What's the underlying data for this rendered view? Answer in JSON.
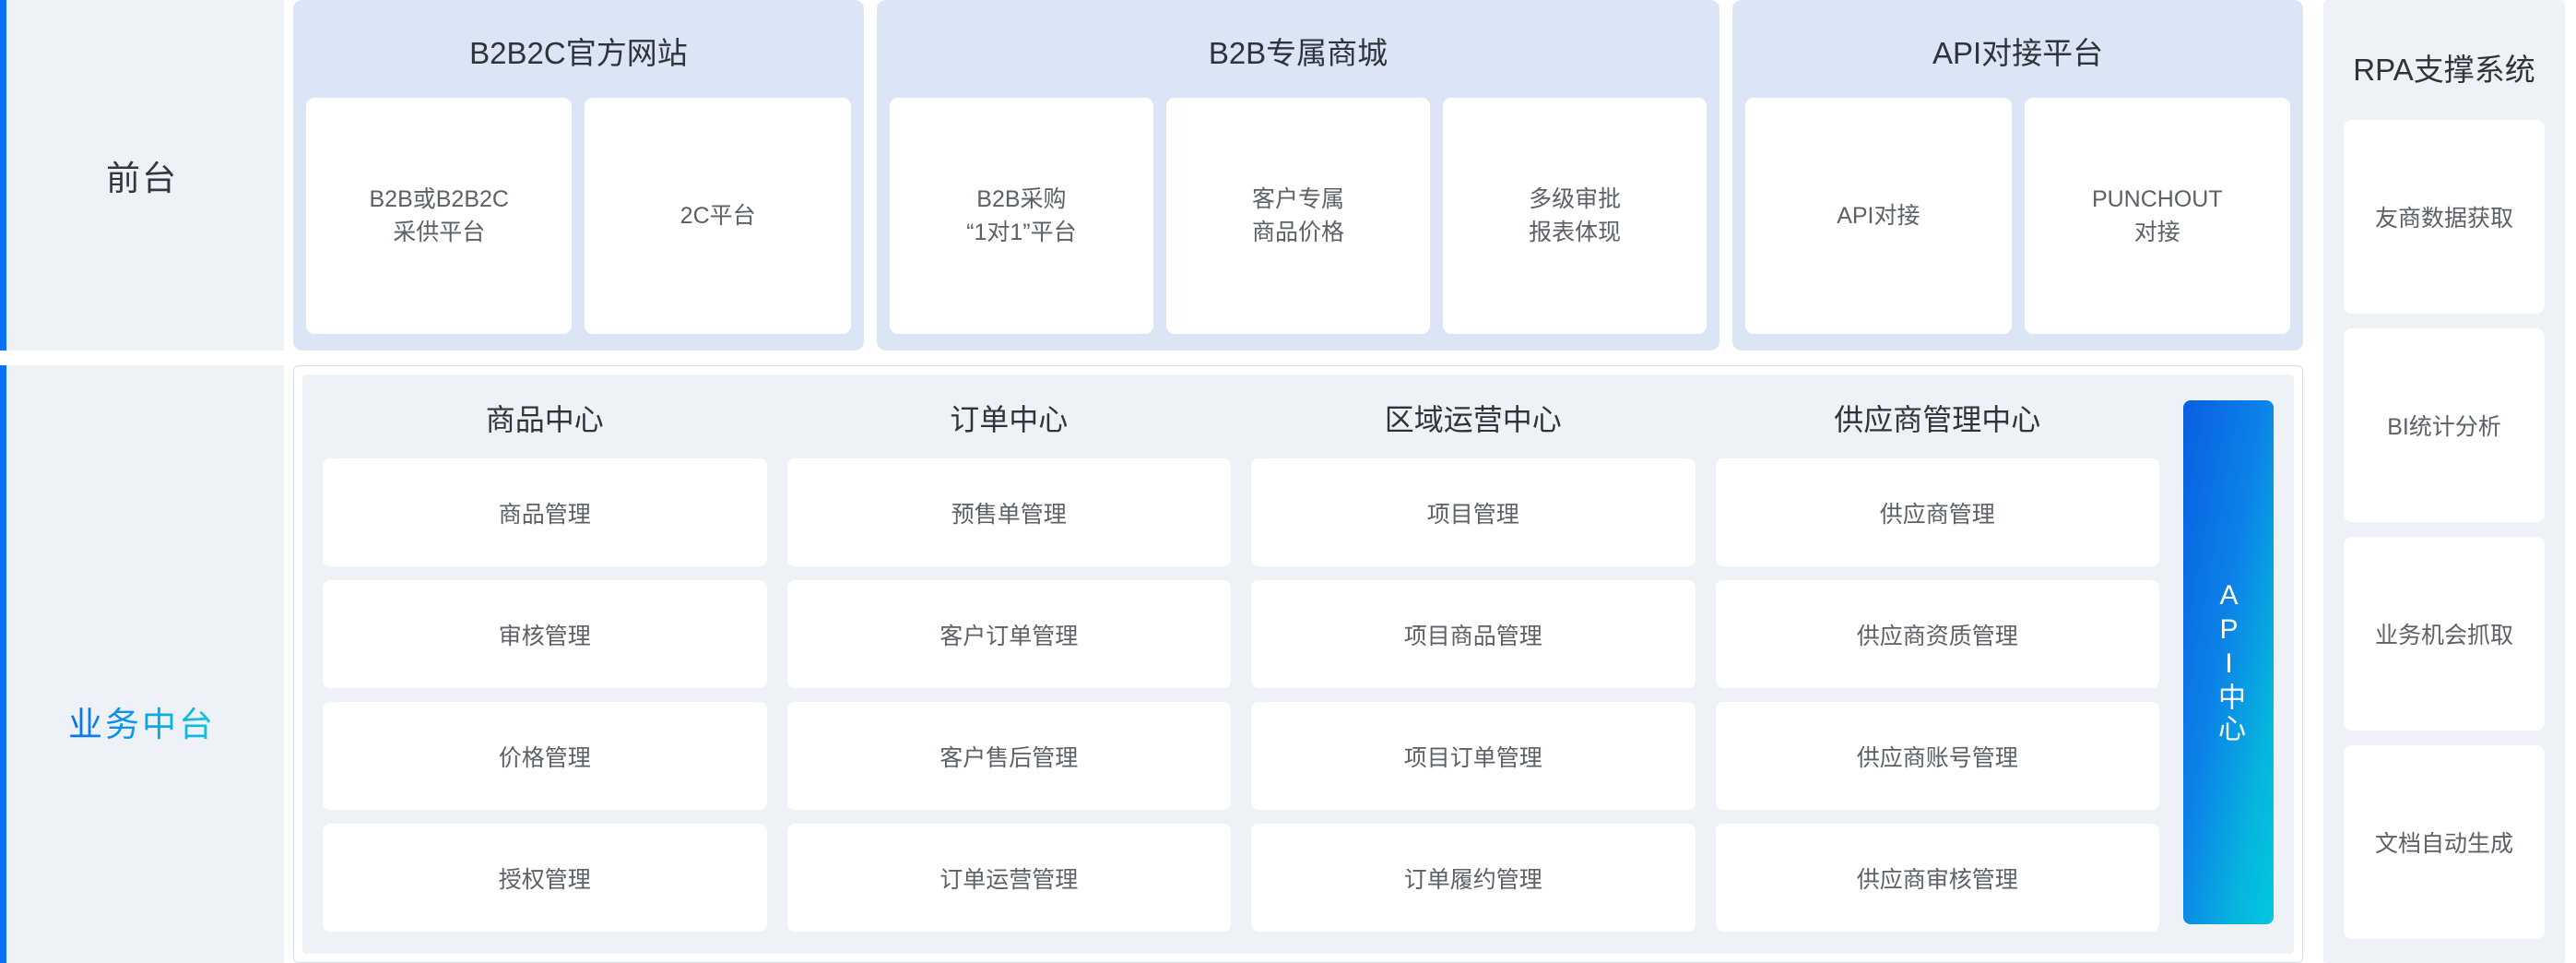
{
  "rail": {
    "rows": [
      {
        "label": "前台"
      },
      {
        "label": "业务中台"
      }
    ]
  },
  "front_stage": {
    "groups": [
      {
        "title": "B2B2C官方网站",
        "cards": [
          {
            "line1": "B2B或B2B2C",
            "line2": "采供平台"
          },
          {
            "line1": "2C平台",
            "line2": ""
          }
        ]
      },
      {
        "title": "B2B专属商城",
        "cards": [
          {
            "line1": "B2B采购",
            "line2": "“1对1”平台"
          },
          {
            "line1": "客户专属",
            "line2": "商品价格"
          },
          {
            "line1": "多级审批",
            "line2": "报表体现"
          }
        ]
      },
      {
        "title": "API对接平台",
        "cards": [
          {
            "line1": "API对接",
            "line2": ""
          },
          {
            "line1": "PUNCHOUT",
            "line2": "对接"
          }
        ]
      }
    ]
  },
  "middle_platform": {
    "columns": [
      {
        "title": "商品中心",
        "cards": [
          "商品管理",
          "审核管理",
          "价格管理",
          "授权管理"
        ]
      },
      {
        "title": "订单中心",
        "cards": [
          "预售单管理",
          "客户订单管理",
          "客户售后管理",
          "订单运营管理"
        ]
      },
      {
        "title": "区域运营中心",
        "cards": [
          "项目管理",
          "项目商品管理",
          "项目订单管理",
          "订单履约管理"
        ]
      },
      {
        "title": "供应商管理中心",
        "cards": [
          "供应商管理",
          "供应商资质管理",
          "供应商账号管理",
          "供应商审核管理"
        ]
      }
    ],
    "api_bar": {
      "label": "API中心"
    }
  },
  "rpa": {
    "title": "RPA支撑系统",
    "cards": [
      "友商数据获取",
      "BI统计分析",
      "业务机会抓取",
      "文档自动生成"
    ]
  },
  "colors": {
    "rail_accent": "#0a72f5",
    "panel_bg": "#eef1f6",
    "front_group_bg": "#dbe5f5",
    "card_bg": "#ffffff",
    "api_gradient_start": "#0a5ee2",
    "api_gradient_end": "#02c8dd",
    "middle_label_gradient_start": "#0a6cf0",
    "middle_label_gradient_end": "#0ec6e0",
    "text_primary": "#2f343b",
    "text_card": "#5c6168",
    "mid_border": "#d6dce3"
  }
}
